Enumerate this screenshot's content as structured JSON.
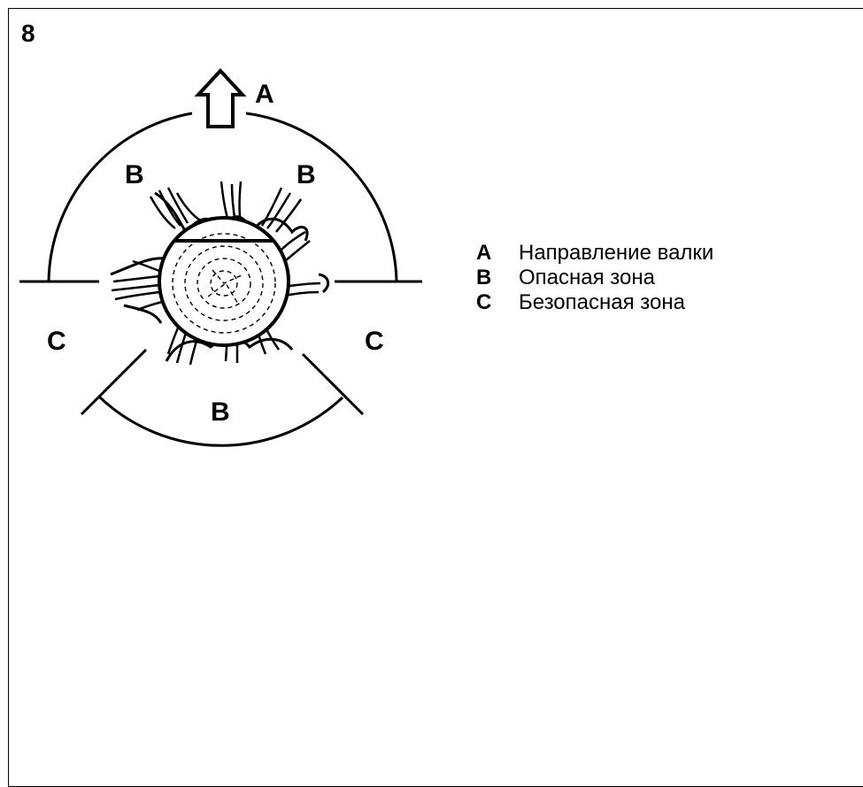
{
  "figure": {
    "number": "8"
  },
  "diagram": {
    "labels": {
      "direction": "A",
      "danger": "B",
      "safe": "C"
    }
  },
  "legend": [
    {
      "key": "A",
      "text": "Направление валки"
    },
    {
      "key": "B",
      "text": "Опасная зона"
    },
    {
      "key": "C",
      "text": "Безопасная зона"
    }
  ],
  "colors": {
    "ink": "#000000",
    "background": "#ffffff"
  }
}
